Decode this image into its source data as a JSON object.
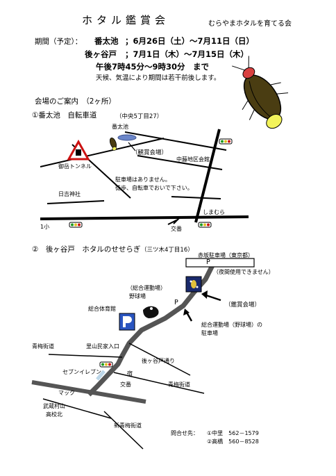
{
  "header": {
    "title": "ホタル鑑賞会",
    "organizer": "むらやまホタルを育てる会"
  },
  "period": {
    "label": "期間（予定）：",
    "entries": [
      {
        "place": "番太池",
        "dates": "；6月26日（土）～7月11日（日）"
      },
      {
        "place": "後ヶ谷戸",
        "dates": "；7月1日（木）～7月15日（木）"
      }
    ],
    "time": "午後7時45分～9時30分　まで",
    "note": "天候、気温により期間は若干前後します。"
  },
  "venues": {
    "heading": "会場のご案内　（2ヶ所）",
    "map1": {
      "title": "①番太池　自転車道",
      "address": "（中央5丁目27）",
      "labels": {
        "pond": "番太池",
        "viewing": "（観賞会場）",
        "tunnel": "御岳トンネル",
        "school": "中藤地区会館",
        "parking_note_1": "駐車場はありません。",
        "parking_note_2": "徒歩、自転車でおいで下さい。",
        "shrine": "日吉神社",
        "shimamura": "しまむら",
        "koban": "交番",
        "one_ko": "1小"
      }
    },
    "map2": {
      "title": "②　後ヶ谷戸　ホタルのせせらぎ",
      "address": "（三ツ木4丁目16）",
      "labels": {
        "akasaka": "赤坂駐車場（東京都）",
        "night_ng": "（夜間使用できません）",
        "p_mark": "P",
        "p_mark_2": "P",
        "sports": "（総合運動場）",
        "baseball": "野球場",
        "gym": "総合体育館",
        "viewing": "（鑑賞会場）",
        "sports_parking_1": "総合運動場（野球場）の",
        "sports_parking_2": "駐車場",
        "ome_kaido": "青梅街道",
        "satoyama": "里山民家入口",
        "gogayato": "後ヶ谷戸通り",
        "seven": "セブンイレブン",
        "juku": "宿",
        "koban": "交番",
        "ome_kaido_2": "青梅街道",
        "mac": "マック",
        "musashi_1": "武蔵村山",
        "musashi_2": "高校北",
        "shin_ome": "新青梅街道"
      }
    }
  },
  "contact": {
    "label": "問合せ先：",
    "lines": [
      "①中里　562－1579",
      "②高橋　560－8528"
    ]
  }
}
